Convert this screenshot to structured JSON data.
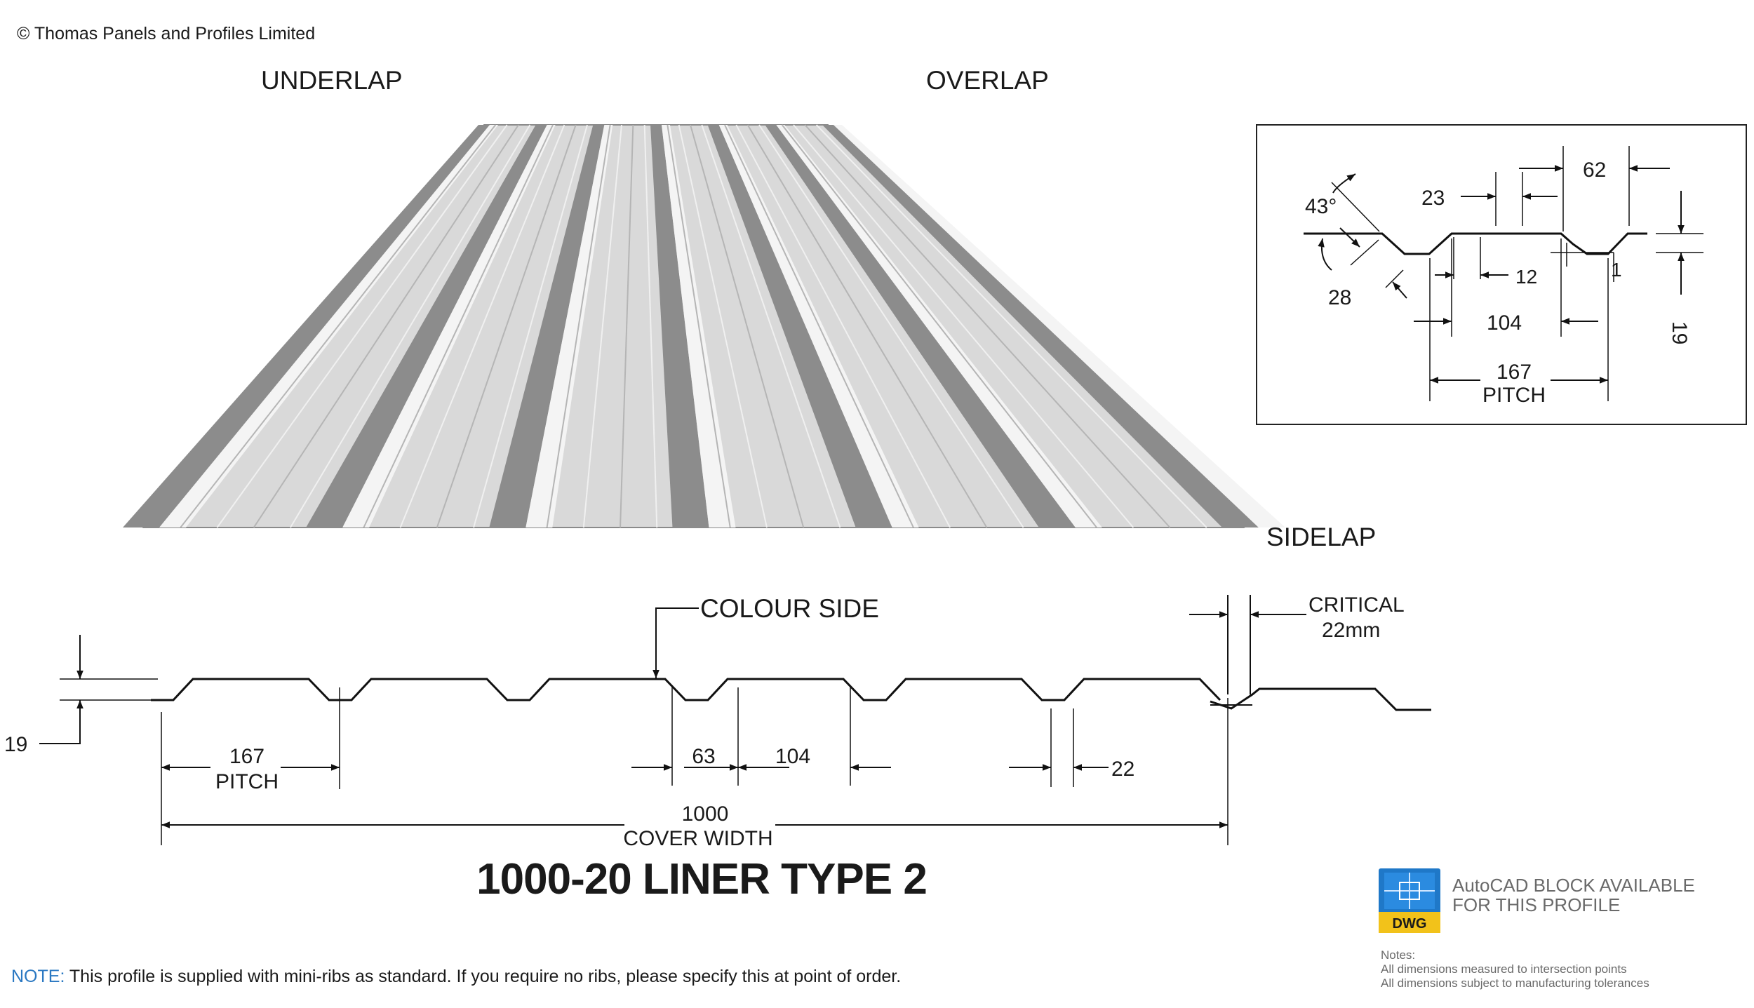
{
  "copyright": "© Thomas Panels and Profiles Limited",
  "labels": {
    "underlap": "UNDERLAP",
    "overlap": "OVERLAP",
    "sidelap": "SIDELAP",
    "colour_side": "COLOUR SIDE",
    "critical_line1": "CRITICAL",
    "critical_line2": "22mm"
  },
  "profile_dims": {
    "height": "19",
    "pitch_value": "167",
    "pitch_label": "PITCH",
    "rib_63": "63",
    "rib_104": "104",
    "rib_22": "22",
    "cover_value": "1000",
    "cover_label": "COVER WIDTH"
  },
  "detail_dims": {
    "angle": "43°",
    "d62": "62",
    "d23": "23",
    "d28": "28",
    "d12": "12",
    "d1": "1",
    "d104": "104",
    "d19": "19",
    "pitch_value": "167",
    "pitch_label": "PITCH"
  },
  "title": "1000-20 LINER TYPE 2",
  "note": {
    "prefix": "NOTE:",
    "text": " This profile is supplied with mini-ribs as standard. If you require no ribs, please specify this at point of order."
  },
  "dwg": {
    "badge": "DWG",
    "line1": "AutoCAD BLOCK AVAILABLE",
    "line2": "FOR THIS PROFILE"
  },
  "notes": {
    "heading": "Notes:",
    "line1": "All dimensions measured to intersection points",
    "line2": "All dimensions subject to manufacturing tolerances"
  },
  "colors": {
    "note_accent": "#2a78c2",
    "dwg_blue": "#1f78c8",
    "dwg_yellow": "#f2c21a",
    "sheet_base": "#d8d8d8"
  }
}
